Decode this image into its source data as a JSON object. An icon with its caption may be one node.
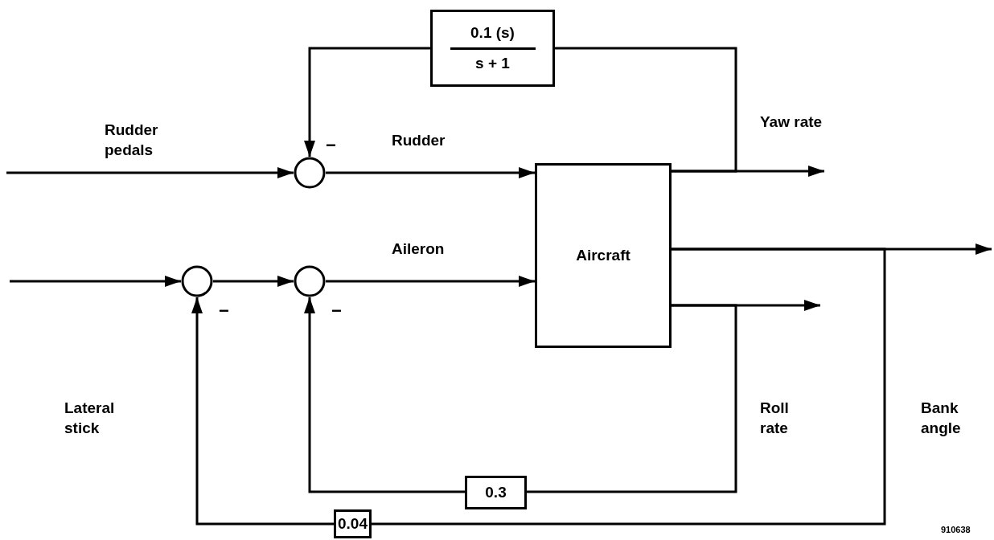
{
  "diagram": {
    "nodes": [
      {
        "text": [],
        "shape": "circle",
        "beside": [
          "−"
        ]
      },
      {
        "text": [],
        "shape": "circle",
        "beside": [
          "−"
        ]
      },
      {
        "text": [],
        "shape": "circle",
        "beside": [
          "−"
        ]
      },
      {
        "text": [
          "Aircraft"
        ]
      },
      {
        "text": [
          "0.1 (s)",
          "s + 1"
        ]
      },
      {
        "text": [
          "0.3"
        ]
      },
      {
        "text": [
          "0.04"
        ]
      }
    ],
    "edges": [
      {
        "from": null,
        "to": 0,
        "arrow": "to",
        "label": "Rudder pedals"
      },
      {
        "from": 0,
        "to": 3,
        "arrow": "to",
        "label": "Rudder"
      },
      {
        "from": null,
        "to": 1,
        "arrow": "to"
      },
      {
        "from": 1,
        "to": 2,
        "arrow": "to"
      },
      {
        "from": 2,
        "to": 3,
        "arrow": "to",
        "label": "Aileron"
      },
      {
        "from": 3,
        "to": null,
        "arrow": "to",
        "label": "Yaw rate"
      },
      {
        "from": 3,
        "to": null,
        "arrow": "to"
      },
      {
        "from": 3,
        "to": null,
        "arrow": "to"
      },
      {
        "from": 3,
        "to": 4,
        "arrow": "none"
      },
      {
        "from": 4,
        "to": 0,
        "arrow": "to"
      },
      {
        "from": 3,
        "to": 5,
        "arrow": "none"
      },
      {
        "from": 5,
        "to": 2,
        "arrow": "to"
      },
      {
        "from": 3,
        "to": 6,
        "arrow": "none"
      },
      {
        "from": 6,
        "to": 1,
        "arrow": "to"
      }
    ],
    "labels": [
      "Lateral stick",
      "Roll rate",
      "Bank angle",
      "910638"
    ]
  }
}
